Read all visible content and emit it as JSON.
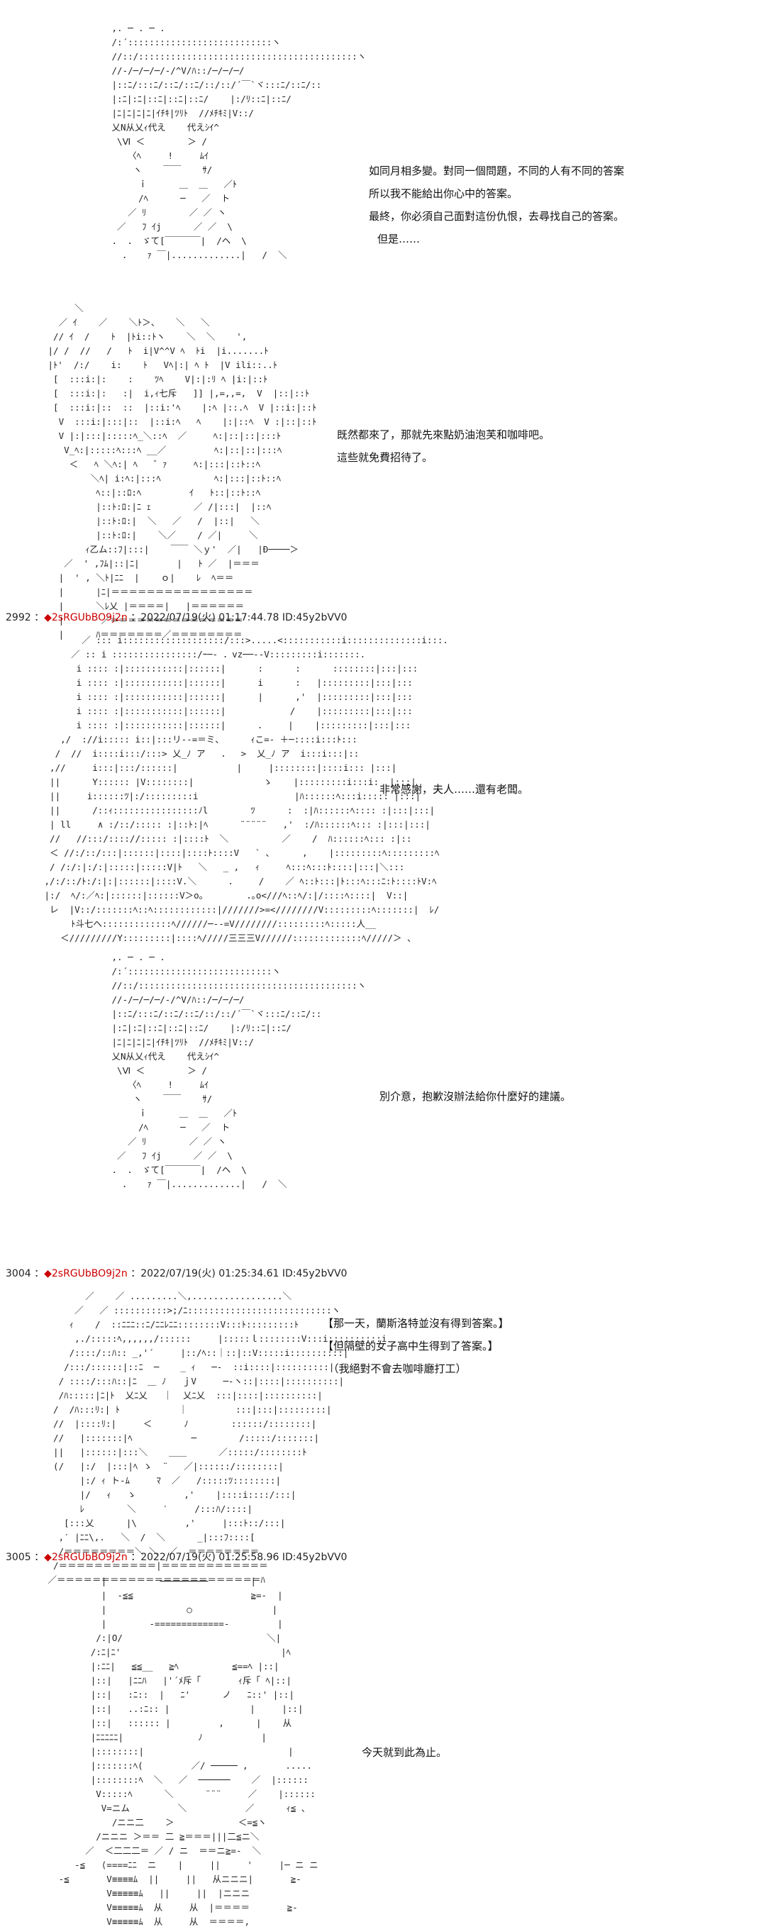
{
  "panels": [
    {
      "art": " ,. ─ . ─ .\n /:´:::::::::::::::::::::::::::ヽ\n //::/:::::::::::::::::::::::::::::::::::::::::ヽ\n //‐/─/─/─/‐/^V/ﾊ::/─/─/─/\n |::ﾆ/:::ﾆ/::ﾆ/::ﾆ/::/::/´￣`ヾ:::ﾆ/::ﾆ/::\n |:ﾆ|:ﾆ|::ﾆ|::ﾆ|::ﾆ/    |:/ﾘ::ﾆ|::ﾆ/\n |ﾆ|ﾆ|ﾆ|ﾆ|ｲﾁｷ|ﾂﾘﾄ  //ﾒﾁｷﾐ|V::/\n 乂N从乂ｨ代え    代えｼｲ^\n  \\Ⅵ ＜        ＞ /\n    〈ﾍ     !     ﾑｲ\n     ヽ    ￣￣    ｻ/\n      ｉ      ＿  ＿   ／ﾄ\n      /ﾍ      ─   ／  ト\n    ／ ﾘ        ／ ／ ヽ\n  ／   ﾌ ｲj      ／ ／  \\\n .  ． ゞて[￣￣￣￣|  /ヘ  \\\n   ．   ｧ ￣|.............|   /  ＼",
      "lines": [
        "如同月相多變。對同一個問題，不同的人有不同的答案",
        "所以我不能給出你心中的答案。",
        "最終，你必須自己面對這份仇恨，去尋找自己的答案。",
        "但是……"
      ]
    },
    {
      "art": "      ＼\n   ／ ｲ    ／    ＼ﾄ＞、   ＼   ＼\n  // ｲ  /    ﾄ  |ﾄi::ﾄヽ    ＼  ＼    ',\n |/ /  //   /   ﾄ  i|V^^V ﾍ  ﾄi  |i.......ﾄ\n |ﾄ'  /:/    i:    ﾄ   Vﾍ|:| ﾍ ﾄ  |V ili::..ﾄ\n  [  :::i:|:    :    ﾂﾍ    V|:|:ﾘ ﾍ |i:|::ﾄ\n  [  :::i:|:   :|  i,ｨ七斥   ]] |,=,,=,  V  |::|::ﾄ\n  [  :::i:|::  ::  |::i:'ﾍ    |:ﾍ |::.ﾍ  V |::i:|::ﾄ\n   V  :::i:|:::|::  |::i:ﾍ   ﾍ    |:|::ﾍ  V :|::|::ﾄ\n   V |:|:::|:::::ﾍ_＼::ﾍ  ／     ﾍ:|::|::|:::ﾄ\n    V_ﾍ:|:::::ﾍ:::ﾍ __／         ﾍ:|::|::|:::ﾍ\n     ＜   ﾍ ＼ﾍ:| ﾍ   ゛ｧ     ﾍ:|:::|::ﾄ::ﾍ\n         ＼ﾍ| i:ﾍ:|:::ﾍ          ﾍ:|:::|::ﾄ::ﾍ\n          ﾍ::|::ﾛ:ﾍ         ｲ   ﾄ::|::ﾄ::ﾍ\n          |::ﾄ:ﾛ:|ﾆ ｪ        ／ /|:::|  |::ﾍ\n          |::ﾄ:ﾛ:|  ＼   ／   /  |::|   ＼\n          |::ﾄ:ﾛ:|    ＼／    / ／|     ＼\n        ｨ乙ム::ﾌ|:::|    ￣￣ ＼ｙ'  ／|   |Ð────＞\n    ／  ' ,ﾌﾑ|::|ﾆ|       |   ﾄ ／  |＝＝＝\n   |  ' , ＼ﾄ|ﾆﾆ  |    ｏ|    ﾚ  ﾍ＝＝\n   |      |ﾆ|＝＝＝＝＝＝＝＝＝＝＝＝＝＝＝＝\n   |      ＼ﾚ乂 |＝＝＝＝|   |＝＝＝＝＝＝\n   |       ／＝＝＝＝＝＝＝＝＝＝＝＝＝＝＝\n   |      ﾊ＝＝＝＝＝＝＝／＝＝＝＝＝＝＝＝",
      "lines": [
        "既然都來了，那就先來點奶油泡芙和咖啡吧。",
        "這些就免費招待了。"
      ]
    },
    {
      "header": {
        "number": "2992",
        "diamond": "◆",
        "trip": "2sRGUbBO9j2n",
        "datetime": "2022/07/19(火) 01:17:44.78",
        "id": "ID:45y2bVV0"
      },
      "art": "        ／ ::: i:::::::::::::::::::/:::>.....<:::::::::::i::::::::::::::i:::.\n      ／ :: i ::::::::::::::::/ｰ─- ．vz──--V:::::::::i:::::::.\n       i :::: :|:::::::::::|::::::|      :      :      ::::::::|:::|:::\n       i :::: :|:::::::::::|::::::|      i      :   |:::::::::|:::|:::\n       i :::: :|:::::::::::|::::::|      |      ,'  |:::::::::|:::|:::\n       i :::: :|:::::::::::|::::::|            /    |:::::::::|:::|:::\n       i :::: :|:::::::::::|::::::|      ．    |    |:::::::::|:::|:::\n    ,/  ://i::::: i::|:::リ--=＝ミ、     ｨこ=- ＋─::::i:::ﾄ:::\n   /  //  i::::i:::/:::> 乂_ﾉ ア   ．  >  乂_ﾉ ア  i:::i:::|::\n  ,//     i:::|:::/::::::|           |     |::::::::|::::i::: |:::|\n  ||      Y:::::: |V::::::::|             ゝ    |:::::::::i:::i:  |:::|\n  ||     i::::::ﾂ|:/:::::::::i                  |ﾊ::::::ﾍ:::i::::: |:::|\n  ||      /::ｨ::::::::::::::::ﾉl        ﾂ      :  :|ﾊ::::::ﾍ:::: :|:::|:::|\n  | ll     ∧ :/::/::::: :|::ﾄ:|ﾍ      ¨¨¨¨¨   ,'  :/ﾊ::::::ﾍ::: :|:::|:::|\n  //   //:::/:::://::::: :|::::ﾄ  ＼          ／    /  ﾊ::::::ﾍ::: :|::\n  ＜ //:/::/:::|::::::|::::|::::ﾄ::::V   ` ､      ,    |:::::::::ﾍ:::::::::ﾍ\n  / /:/:|:/:|:::::|:::::V|ﾄ   ＼   _ ,   ｨ     ﾍ:::ﾍ:::ﾄ::::|:::|＼:::\n ,/:/::/ﾄ:/:|:|::::::|::::V.＼      ．    /    ／ ﾍ::ﾄ:::|ﾄ:::ﾍ:::ﾆ:ﾄ::::ﾄV:ﾍ\n |:/  ﾍ/:／ﾍ:|::::::|::::::V＞o｡        .｡o<///ﾍ::ﾍ/:|/::::ﾍ::::|  V::|\n  レ  |V::/:::::::ﾍ::ﾍ::::::::::::|///////>=<////////V:::::::::ﾍ:::::::|  ﾚ/\n      ﾄ斗七へ:::::::::::::ﾍ//////─--=V////////:::::::::ﾍ:::::人__\n    ＜/////////Y:::::::::|::::ﾍ/////三三三V//////:::::::::::::ﾍ/////＞ 、",
      "lines": [
        "非常感謝，夫人……還有老闆。"
      ]
    },
    {
      "art": " ,. ─ . ─ .\n /:´:::::::::::::::::::::::::::ヽ\n //::/:::::::::::::::::::::::::::::::::::::::::ヽ\n //‐/─/─/─/‐/^V/ﾊ::/─/─/─/\n |::ﾆ/:::ﾆ/::ﾆ/::ﾆ/::/::/´￣`ヾ:::ﾆ/::ﾆ/::\n |:ﾆ|:ﾆ|::ﾆ|::ﾆ|::ﾆ/    |:/ﾘ::ﾆ|::ﾆ/\n |ﾆ|ﾆ|ﾆ|ﾆ|ｲﾁｷ|ﾂﾘﾄ  //ﾒﾁｷﾐ|V::/\n 乂N从乂ｨ代え    代えｼｲ^\n  \\Ⅵ ＜        ＞ /\n    〈ﾍ     !     ﾑｲ\n     ヽ    ￣￣    ｻ/\n      ｉ      ＿  ＿   ／ﾄ\n      /ﾍ      ─   ／  ト\n    ／ ﾘ        ／ ／ ヽ\n  ／   ﾌ ｲj      ／ ／  \\\n .  ． ゞて[￣￣￣￣|  /ヘ  \\\n   ．   ｧ ￣|.............|   /  ＼",
      "lines": [
        "別介意，抱歉沒辦法給你什麼好的建議。"
      ]
    },
    {
      "header": {
        "number": "3004",
        "diamond": "◆",
        "trip": "2sRGUbBO9j2n",
        "datetime": "2022/07/19(火) 01:25:34.61",
        "id": "ID:45y2bVV0"
      },
      "art": "        ／    ／ .........＼,.................＼\n      ／   ／ ::::::::::>;/ﾆ:::::::::::::::::::::::::::ヽ\n     ｨ    /  ::ﾆﾆﾆ::ﾆ/ﾆﾆﾚﾆﾆ::::::::V:::ﾄ:::::::::ﾄ\n      ,./:::::ﾍ,,,,,,/::::::     |:::::ｌ::::::::V:::i::::::::::i\n     /::::/::ﾊ:: _,'´     |::/ﾍ::｜::|::V:::::i::::::::::|\n    /:::/::::::|::ﾆ  ─    _ ｨ   ─-  ::i::::|::::::::::|\n   / ::::/:::ﾊ::|ﾆ  ＿ ﾉ   ｊV     ─-ヽ::|::::|::::::::::|\n   /ﾊ:::::|ﾆ|ﾄ  乂ﾆ乂   ｜  乂ﾆ乂  :::|::::|::::::::::|\n  /  /ﾊ:::ﾘ:| ﾄ           ｜         :::|:::|:::::::::|\n  //  |::::ﾘ:|     ＜      ﾉ        ::::::/::::::::|\n  //   |:::::::|ﾍ           ─        /:::::/:::::::|\n  ||   |::::::|:::＼    ＿＿      ／:::::/::::::::ﾄ\n  (/   |:/  |:::|ﾍ ゝ  ¨   ／|::::::/::::::::|\n       |:/ ｨ ト-ﾑ     ﾏ  ／   /:::::ﾂ::::::::|\n       |/   ｨ   ゝ         ,'    |::::i::::/:::|\n       ﾚ        ＼     ′     /:::ﾊ/::::|\n    [:::乂      |\\         ,'     |:::ﾄ::/:::|\n   ,′ |ﾆﾆ\\,.   ＼  /  ＼      _|:::ﾌ::::[\n   /＝＝＝＝＝＝＝＝＼ ＼  ／  ＝＝＝＝＝＝＝＝\n  /＝＝＝＝＝＝＝＝＝＝＝|＝＝＝＝＝＝＝＝＝＝＝＝\n ／＝＝＝＝＝＝＝＝＝＝＝＝＝＝＝＝＝＝＝＝＝＝＝ﾊ",
      "lines": [
        "【那一天，蘭斯洛特並沒有得到答案。】",
        "【但隔壁的女子高中生得到了答案。】",
        "",
        "　（我絕對不會去咖啡廳打工）"
      ]
    },
    {
      "header": {
        "number": "3005",
        "diamond": "◆",
        "trip": "2sRGUbBO9j2n",
        "datetime": "2022/07/19(火) 01:25:58.96",
        "id": "ID:45y2bVV0"
      },
      "art": "           |          ─────────        |\n           |  -≦≦                      ≧=-  |\n           |               ○               |\n           |        -=============-         |\n          /:|O/                           ＼|\n         /:ﾆ|ﾆ'                              |ﾍ\n         |:ﾆﾆ|   ≦≦__   ≧ﾍ          ≦==ﾍ |::|\n         |::|   |ﾆﾆﾊ   |'´ﾒ斥「       ｨ斥「 ﾍ|::|\n         |::|   :ﾆ::  |   ﾆ'      ノ   ﾆ::' |::|\n         |::|   ..:ﾆ:: |               |     |::|\n         |::|   :::::: |         ,      |    从\n         |ﾆﾆﾆﾆﾆ|              ﾉ           |\n         |::::::::|                           |\n         |:::::::ﾍ(         ／/ ───── ,       .....\n         |::::::::ﾍ  ＼   ／  ──────    ／  |::::::\n          V:::::ﾍ      ＼      ¨¨¨     ／    |::::::\n           V=ニム         ＼           ／      ｨ≦ 、\n             /ニニ二    ＞            ＜=≦ヽ\n          /ニニニ ＞＝＝ 二 ≧＝＝＝|||二≦ニ＼\n        ／  ＜二二二＝ ／ / ニ  ＝＝ニ≧=-  ＼\n      -≦   ⟨====ﾆﾆ  ニ    |     ||     '     |─ ニ ニ\n   -≦       V≡≡≡≡ﾑ  ||     ||   从ニニニ|       ≧-\n            V≡≡≡≡≡ﾑ   ||     ||  |ニニニ      \n            V≡≡≡≡≡ﾑ  从     从  |＝＝＝＝       ≧-\n            V≡≡≡≡≡ﾑ  从     从  ＝＝＝＝,",
      "lines": [
        "今天就到此為止。"
      ]
    }
  ]
}
